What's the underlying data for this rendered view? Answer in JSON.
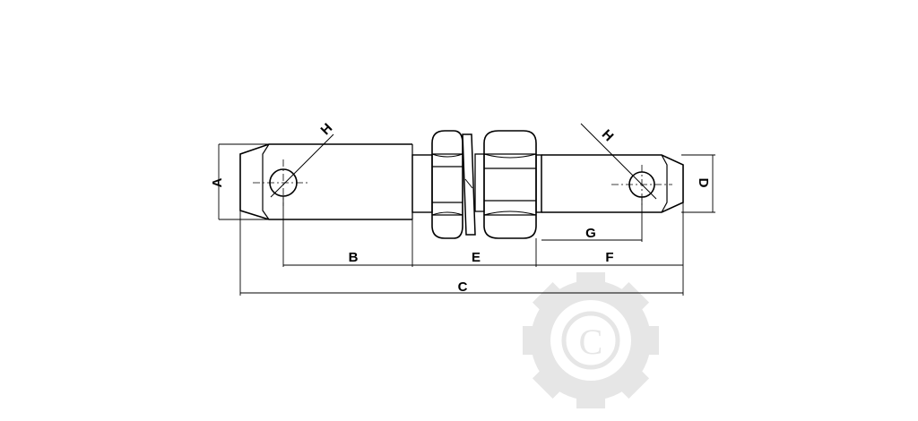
{
  "dimensions": {
    "a": "A",
    "b": "B",
    "c": "C",
    "d": "D",
    "e": "E",
    "f": "F",
    "g": "G",
    "h_left": "H",
    "h_right": "H"
  },
  "watermark": {
    "letter": "C",
    "icon": "gear-logo-icon",
    "color": "#e6e6e6"
  }
}
